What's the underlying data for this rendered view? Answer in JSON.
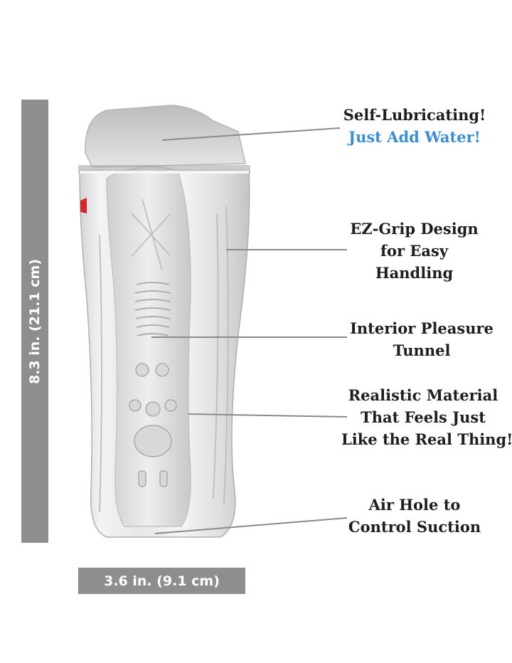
{
  "dimensions": {
    "height_label": "8.3 in. (21.1 cm)",
    "width_label": "3.6 in. (9.1 cm)"
  },
  "callouts": [
    {
      "lines": [
        "Self-Lubricating!",
        "Just Add Water!"
      ],
      "accent_line": 1
    },
    {
      "lines": [
        "EZ-Grip Design",
        "for Easy",
        "Handling"
      ]
    },
    {
      "lines": [
        "Interior Pleasure",
        "Tunnel"
      ]
    },
    {
      "lines": [
        "Realistic Material",
        "That Feels Just",
        "Like the Real Thing!"
      ]
    },
    {
      "lines": [
        "Air Hole to",
        "Control Suction"
      ]
    }
  ],
  "colors": {
    "dimension_bar": "#8e8e8e",
    "accent_text": "#3a8fd2",
    "callout_text": "#1e1e1e",
    "leader_line": "#8a8a8a"
  }
}
